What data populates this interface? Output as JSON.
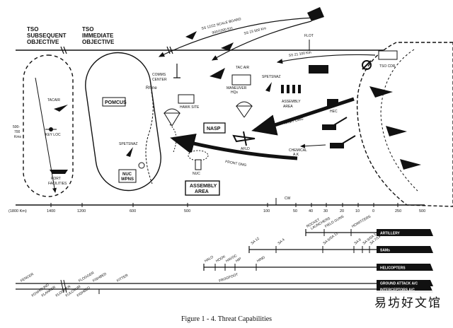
{
  "headings": {
    "subsequent": [
      "TSO",
      "SUBSEQUENT",
      "OBJECTIVE"
    ],
    "immediate": [
      "TSO",
      "IMMEDIATE",
      "OBJECTIVE"
    ]
  },
  "labels": {
    "scale_board": "SS 12/22 SCALE BOARD",
    "scale_board_km": "900/1000 Km",
    "ss23": "SS 23 500 Km",
    "ss21": "SS 21 100 Km",
    "flot": "FLOT",
    "tso_cdr": "TSO CDR",
    "comms_center": [
      "COMMS",
      "CENTER"
    ],
    "rhine": "Rhine",
    "tac_air_top": "TAC AIR",
    "maneuver_hqs": [
      "MANEUVER",
      "HQs"
    ],
    "spetsnaz_mid": "SPETSNAZ",
    "assembly_area_mid": [
      "ASSEMBLY",
      "AREA"
    ],
    "hec": "HEC",
    "army_omg": "ARMY OMG",
    "hawk_site": "HAWK SITE",
    "nasp": "NASP",
    "afld": "AFLD",
    "chemical": [
      "CHEMICAL",
      "A.K"
    ],
    "front_omg": "FRONT OMG",
    "nuc": "NUC",
    "assembly_area_box": [
      "ASSEMBLY",
      "AREA"
    ],
    "pomcus": "POMCUS",
    "spetsnaz_left": "SPETSNAZ",
    "nuc_wpns": [
      "NUC",
      "WPNS"
    ],
    "tacair_left": "TACAIR",
    "key_loc": "KEY LOC",
    "port_facilities": [
      "PORT",
      "FACILITIES"
    ],
    "range_500_700": [
      "500-",
      "700",
      "Kms"
    ],
    "cw": "CW"
  },
  "scale": {
    "ticks": [
      "(1800 Km)",
      "1400",
      "1200",
      "600",
      "500",
      "100",
      "50",
      "40",
      "30",
      "20",
      "10",
      "0",
      "250",
      "500"
    ]
  },
  "weapons": {
    "artillery": [
      "ROCKET",
      "LAUNCHERS",
      "FIELD GUNS",
      "HOWITZERS"
    ],
    "sams": [
      "SA 12",
      "SA 4",
      "SA 6/SA 11",
      "SA 8",
      "SA 9/SA 13",
      "SA 7/14"
    ],
    "helicopters": [
      "HALO",
      "HOOK",
      "HAVOC",
      "HIP",
      "HIND"
    ],
    "aircraft": [
      "FENCER",
      "FOXHOUND",
      "FLANKER",
      "FLOGGER",
      "FULCRUM",
      "FISHBED",
      "FLOGGER",
      "FISHBED",
      "FITTER",
      "FROGFOOT"
    ]
  },
  "bands": [
    "ARTILLERY",
    "SAMs",
    "HELICOPTERS",
    "GROUND ATTACK A/C",
    "INTERCEPTORS A/C"
  ],
  "caption": "Figure 1 - 4. Threat Capabilities",
  "watermark": "易坊好文馆"
}
